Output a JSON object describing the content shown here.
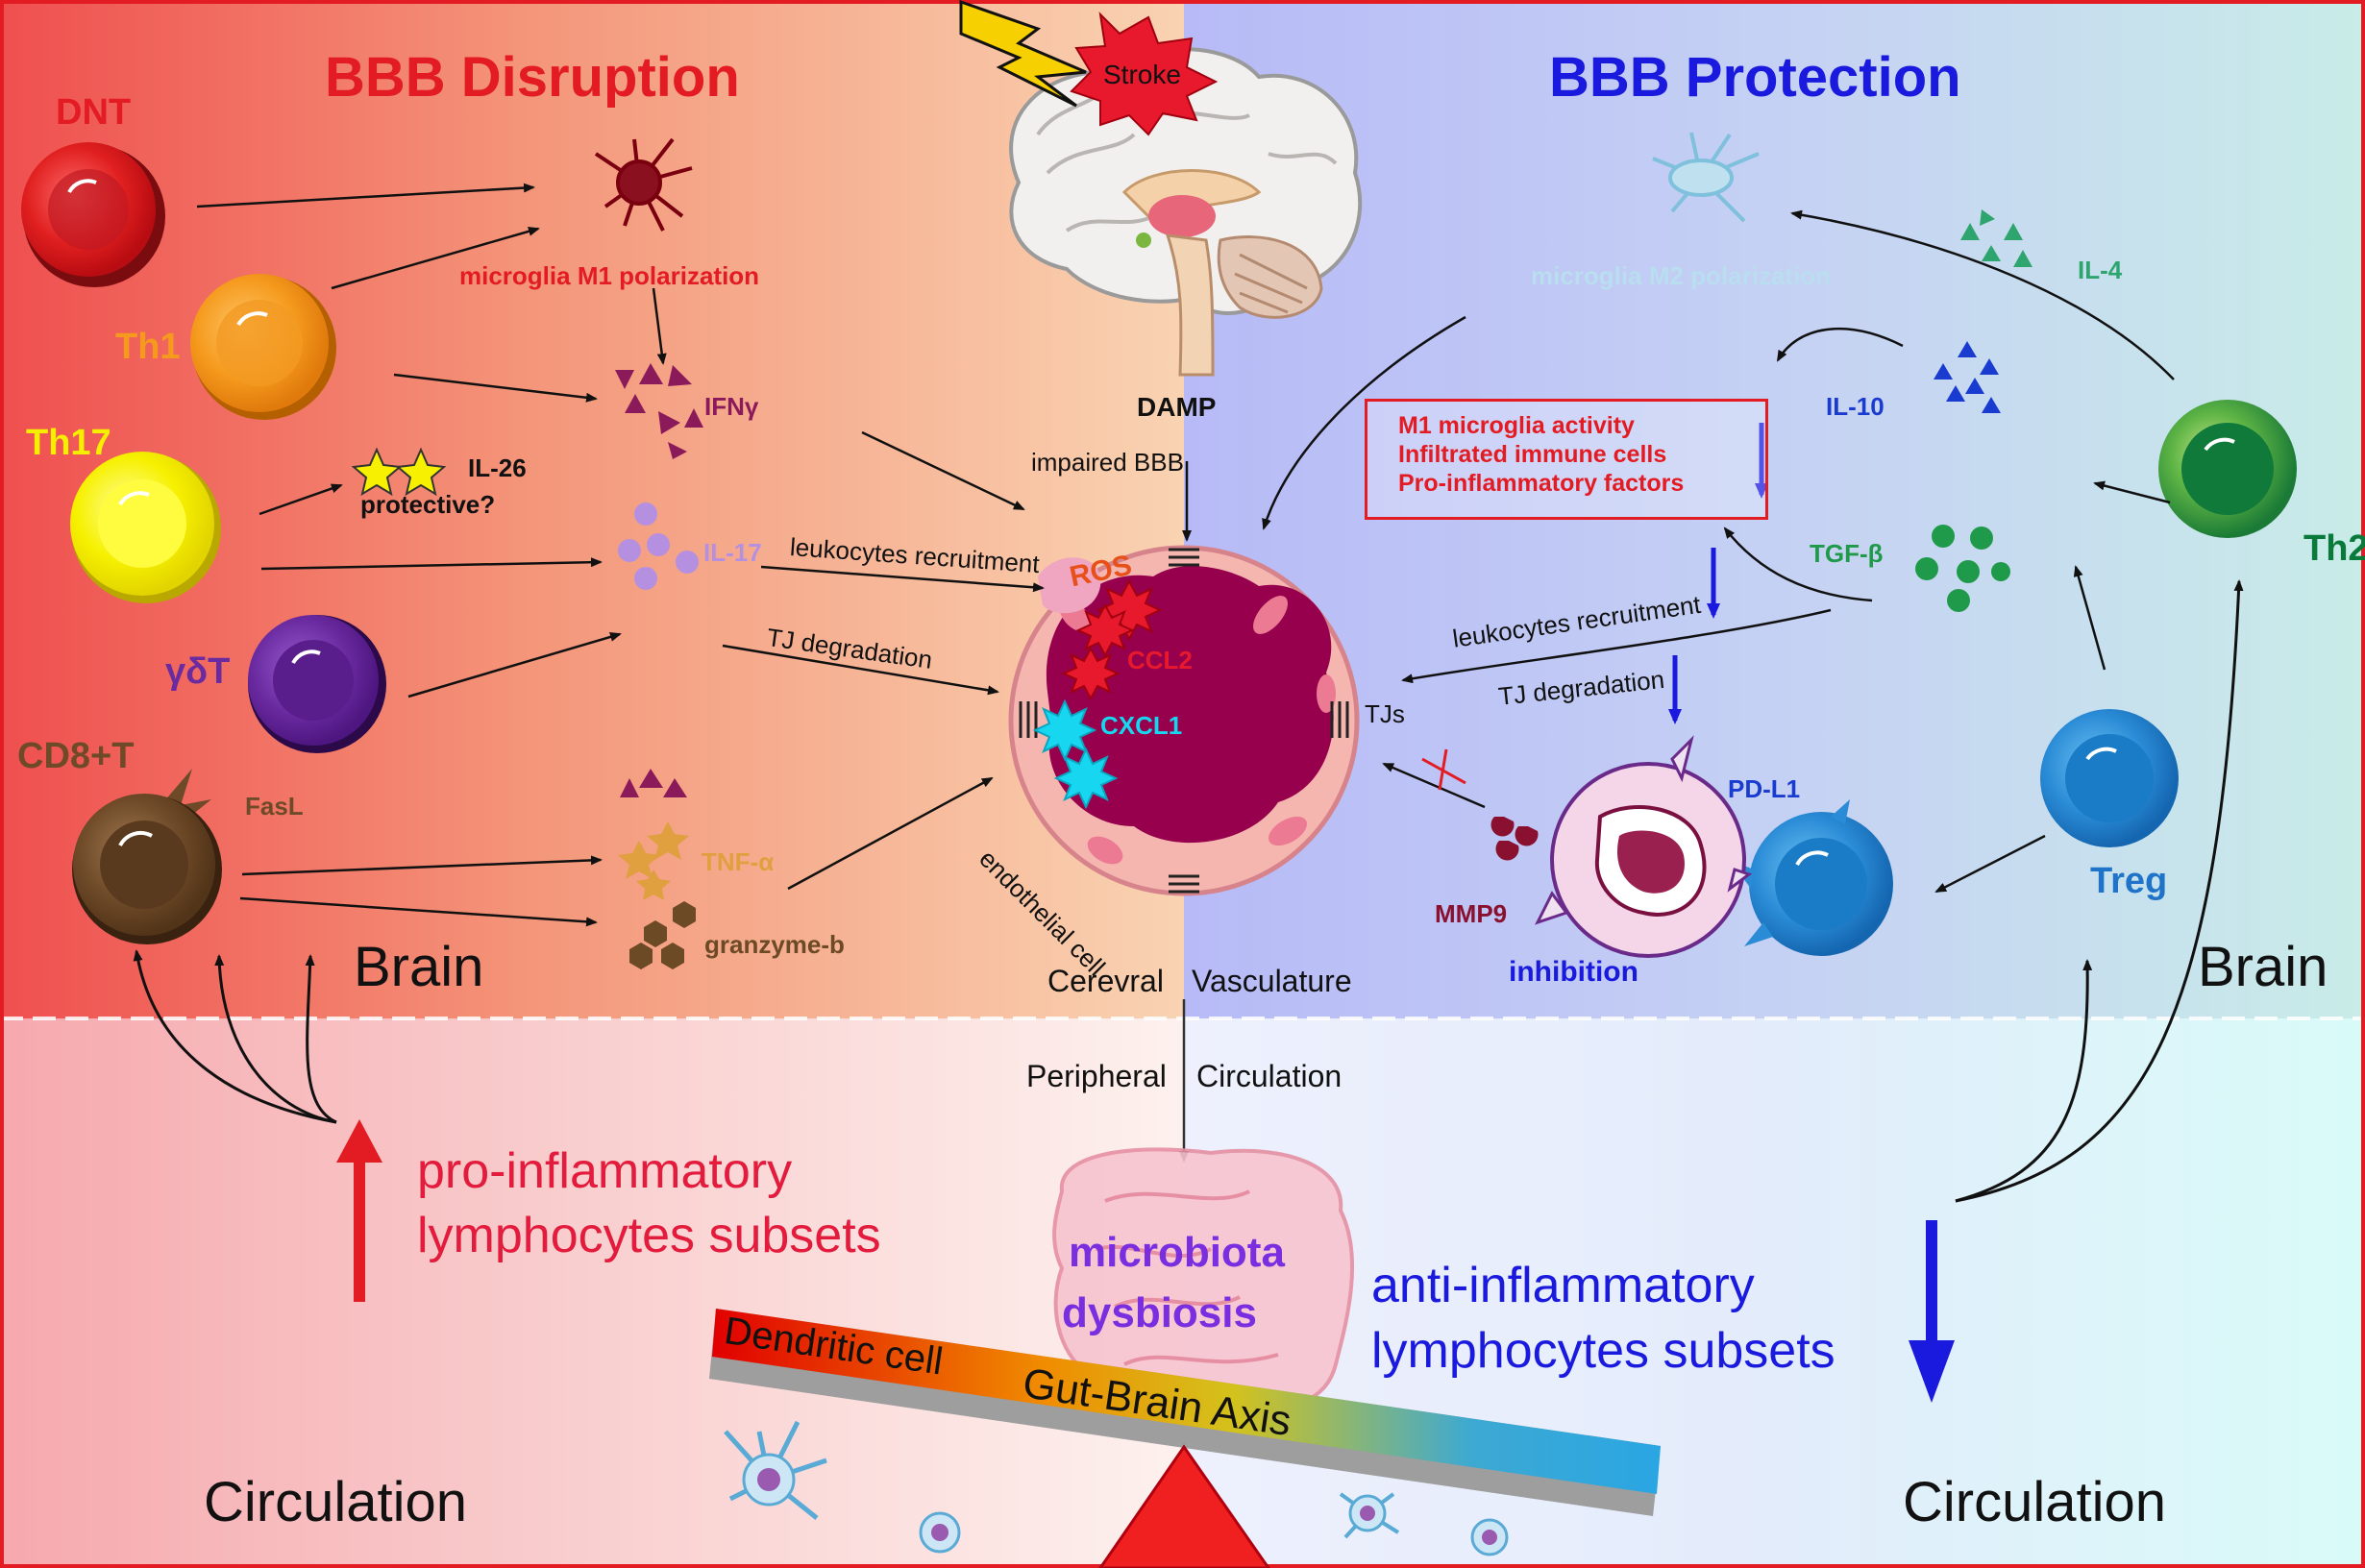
{
  "titles": {
    "disruption": "BBB Disruption",
    "protection": "BBB Protection"
  },
  "stroke_label": "Stroke",
  "damp_label": "DAMP",
  "impaired_bbb_label": "impaired BBB",
  "left_cells": {
    "dnt": "DNT",
    "th1": "Th1",
    "th17": "Th17",
    "gdt": "γδT",
    "cd8t": "CD8+T",
    "fasl": "FasL"
  },
  "left_mediators": {
    "microglia_m1": "microglia M1 polarization",
    "ifng": "IFNγ",
    "il26": "IL-26",
    "il26_note": "protective?",
    "il17": "IL-17",
    "tnfa": "TNF-α",
    "granzyme": "granzyme-b"
  },
  "vessel": {
    "ros": "ROS",
    "ccl2": "CCL2",
    "cxcl1": "CXCL1",
    "tjs": "TJs",
    "endothelial": "endothelial cell",
    "leukocytes_left": "leukocytes recruitment",
    "tj_left": "TJ degradation",
    "leukocytes_right": "leukocytes recruitment",
    "tj_right": "TJ degradation"
  },
  "right_cells": {
    "th2": "Th2",
    "treg": "Treg",
    "pdl1": "PD-L1",
    "mmp9": "MMP9",
    "inhibition": "inhibition"
  },
  "right_mediators": {
    "microglia_m2": "microglia M2 polarization",
    "il4": "IL-4",
    "il10": "IL-10",
    "tgfb": "TGF-β"
  },
  "effects_box": [
    "M1 microglia activity",
    "Infiltrated immune cells",
    "Pro-inflammatory factors"
  ],
  "regions": {
    "brain_left": "Brain",
    "brain_right": "Brain",
    "cerevral": "Cerevral",
    "vasculature": "Vasculature",
    "peripheral": "Peripheral",
    "circulation_mid": "Circulation",
    "circulation_left": "Circulation",
    "circulation_right": "Circulation"
  },
  "bottom": {
    "pro_inflammatory_1": "pro-inflammatory",
    "pro_inflammatory_2": "lymphocytes subsets",
    "anti_inflammatory_1": "anti-inflammatory",
    "anti_inflammatory_2": "lymphocytes subsets",
    "microbiota_1": "microbiota",
    "microbiota_2": "dysbiosis",
    "dendritic": "Dendritic cell",
    "gut_brain": "Gut-Brain Axis"
  },
  "colors": {
    "disruption": "#e31b23",
    "protection": "#1a1adf",
    "th2_green": "#0a7a3a",
    "treg_blue": "#1f74c9",
    "il_teal": "#1aa37a",
    "vessel_lumen": "#96004c"
  }
}
